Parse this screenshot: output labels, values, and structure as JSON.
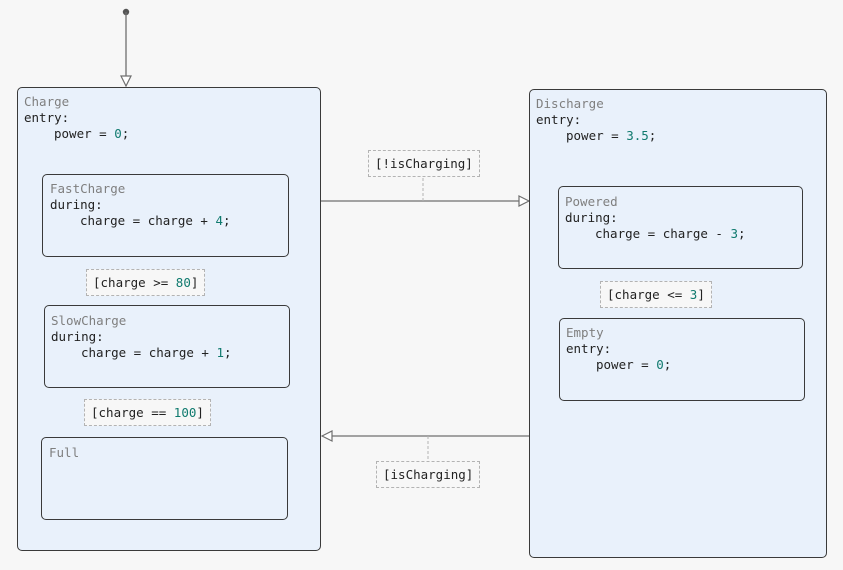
{
  "states": {
    "charge": {
      "name": "Charge",
      "action_kind": "entry:",
      "stmt_pre": "power = ",
      "stmt_num": "0",
      "stmt_post": ";",
      "children": {
        "fast": {
          "name": "FastCharge",
          "action_kind": "during:",
          "stmt_pre": "charge = charge + ",
          "stmt_num": "4",
          "stmt_post": ";"
        },
        "slow": {
          "name": "SlowCharge",
          "action_kind": "during:",
          "stmt_pre": "charge = charge + ",
          "stmt_num": "1",
          "stmt_post": ";"
        },
        "full": {
          "name": "Full"
        }
      }
    },
    "discharge": {
      "name": "Discharge",
      "action_kind": "entry:",
      "stmt_pre": "power = ",
      "stmt_num": "3.5",
      "stmt_post": ";",
      "children": {
        "powered": {
          "name": "Powered",
          "action_kind": "during:",
          "stmt_pre": "charge = charge - ",
          "stmt_num": "3",
          "stmt_post": ";"
        },
        "empty": {
          "name": "Empty",
          "action_kind": "entry:",
          "stmt_pre": "power = ",
          "stmt_num": "0",
          "stmt_post": ";"
        }
      }
    }
  },
  "transitions": {
    "charge_to_discharge": {
      "guard": "[!isCharging]"
    },
    "discharge_to_charge": {
      "guard": "[isCharging]"
    },
    "fast_to_slow": {
      "guard_pre": "[charge >= ",
      "guard_num": "80",
      "guard_post": "]"
    },
    "slow_to_full": {
      "guard_pre": "[charge == ",
      "guard_num": "100",
      "guard_post": "]"
    },
    "powered_to_empty": {
      "guard_pre": "[charge <= ",
      "guard_num": "3",
      "guard_post": "]"
    }
  },
  "colors": {
    "state_fill": "#e9f1fb",
    "border": "#3a3a3a",
    "number": "#0f7a6e",
    "name_text": "#7f7f7f",
    "wire": "#6f6f6f"
  }
}
